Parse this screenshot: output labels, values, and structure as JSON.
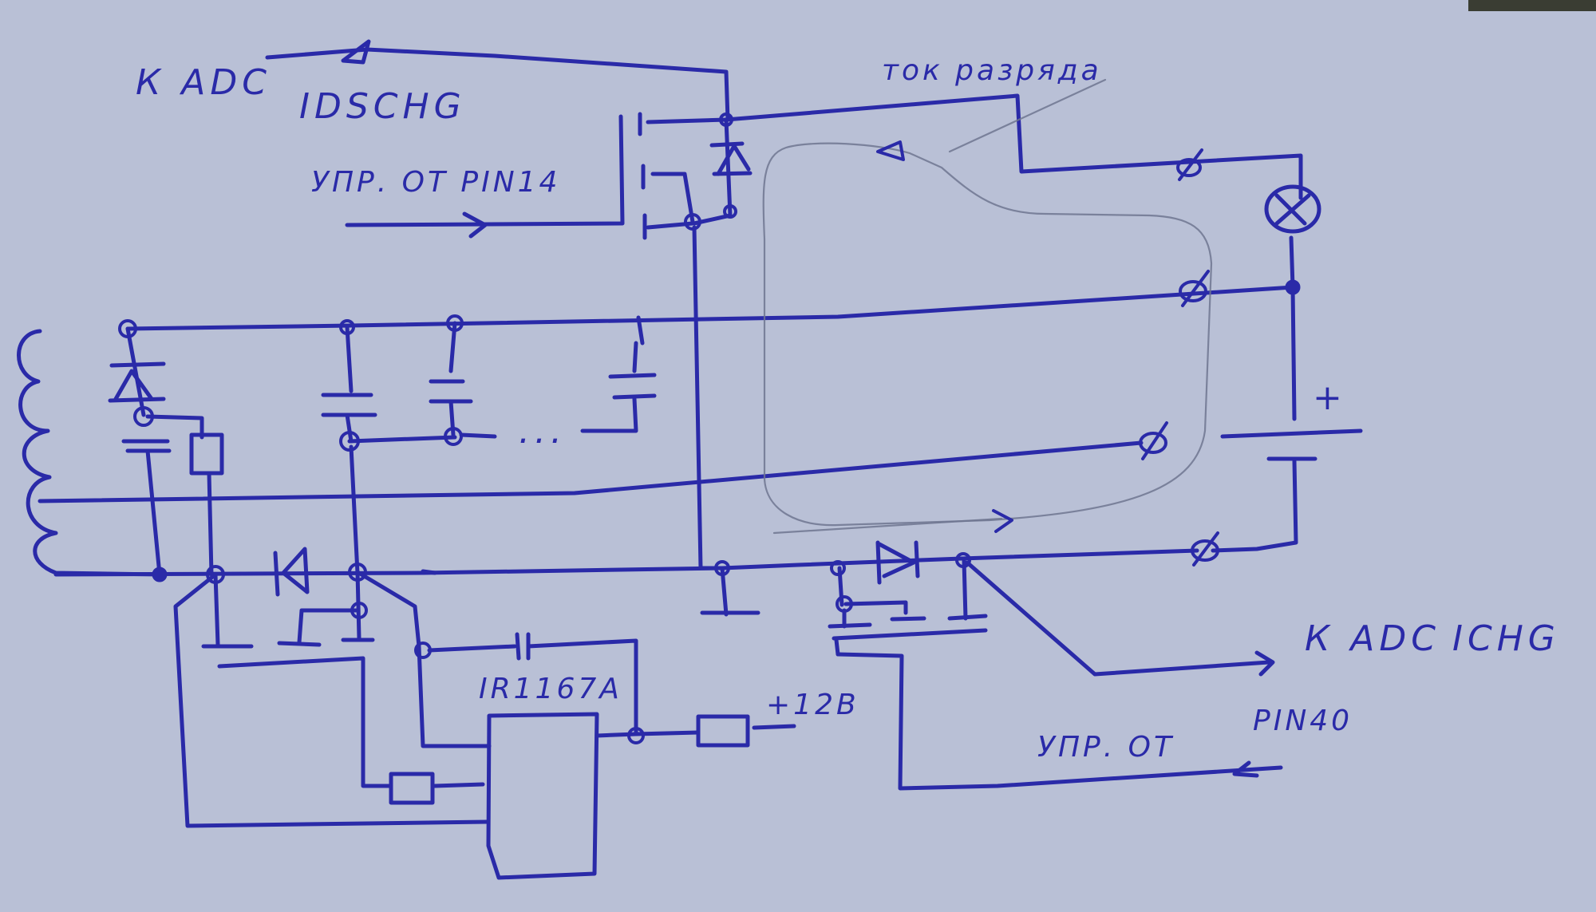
{
  "diagram": {
    "type": "hand-drawn circuit schematic (photo of paper)",
    "colors": {
      "ink": "#2a2aa8",
      "paper": "#b9c0d6",
      "pencil": "#6f7690",
      "background": "#2b2e35"
    },
    "labels": {
      "adc_discharge": "К ADC",
      "adc_discharge_signal": "IDSCHG",
      "control_pin14": "УПР. ОТ PIN14",
      "discharge_current": "ток разряда",
      "adc_charge": "К ADC",
      "adc_charge_signal": "ICHG",
      "ic_name": "IR1167A",
      "supply": "+12В",
      "control_pin40": "УПР. ОТ",
      "pin40": "PIN40",
      "battery_plus": "+",
      "capacitor_ellipsis": "..."
    },
    "components": [
      {
        "name": "transformer-winding",
        "kind": "inductor"
      },
      {
        "name": "snubber-diode",
        "kind": "diode"
      },
      {
        "name": "snubber-capacitor",
        "kind": "capacitor"
      },
      {
        "name": "snubber-resistor",
        "kind": "resistor"
      },
      {
        "name": "output-capacitor-bank",
        "kind": "capacitor",
        "note": "multiple in parallel"
      },
      {
        "name": "discharge-mosfet",
        "kind": "mosfet",
        "control": "PIN14"
      },
      {
        "name": "sync-rectifier-mosfet",
        "kind": "mosfet"
      },
      {
        "name": "rectifier-diode",
        "kind": "diode"
      },
      {
        "name": "charge-mosfet",
        "kind": "mosfet",
        "control": "PIN40"
      },
      {
        "name": "charge-diode",
        "kind": "diode"
      },
      {
        "name": "sync-rectifier-controller",
        "kind": "ic",
        "part": "IR1167A"
      },
      {
        "name": "supply-resistor",
        "kind": "resistor",
        "to": "+12В"
      },
      {
        "name": "gate-resistor",
        "kind": "resistor"
      },
      {
        "name": "lamp-load",
        "kind": "lamp"
      },
      {
        "name": "battery",
        "kind": "battery"
      },
      {
        "name": "terminal-connectors",
        "kind": "terminal",
        "count": 4
      }
    ]
  }
}
